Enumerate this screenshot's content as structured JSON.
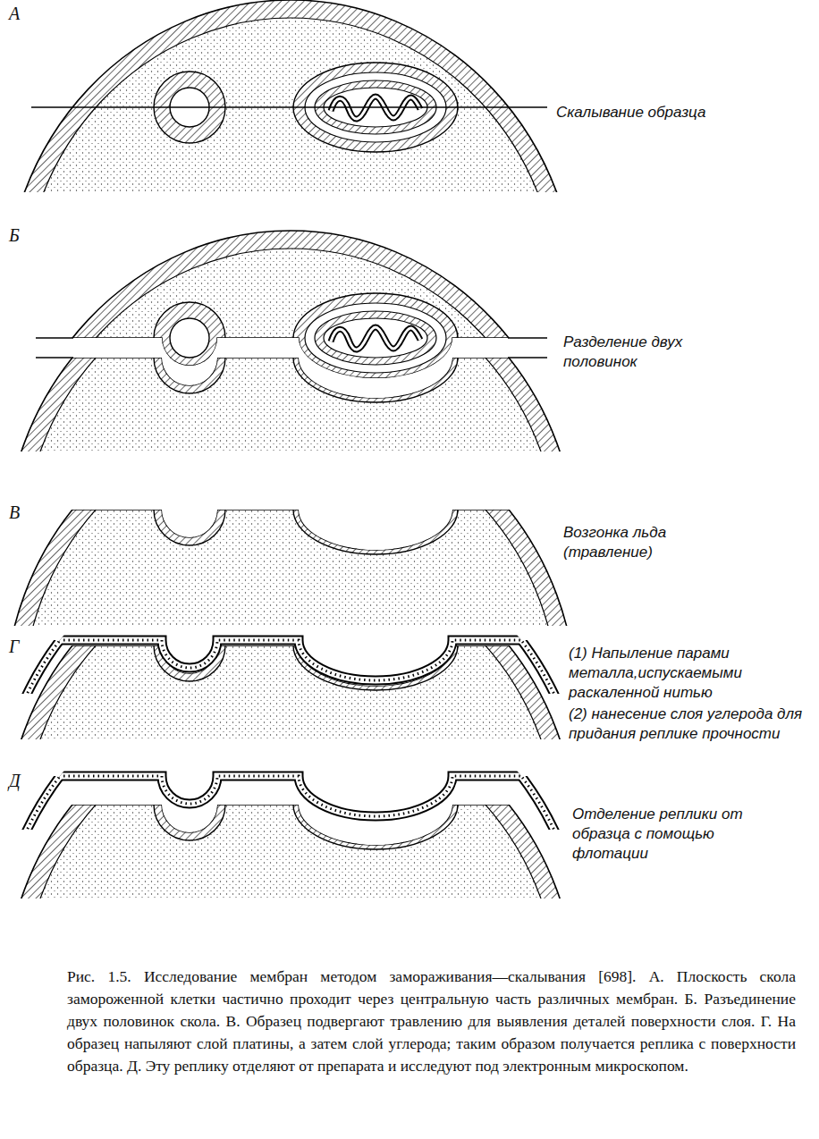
{
  "diagram": {
    "caption": "Рис. 1.5. Исследование мембран методом замораживания—скалывания [698]. А. Плоскость скола замороженной клетки частично проходит через центральную часть различных мембран. Б. Разъединение двух половинок скола. В. Образец подвергают травлению для выявления деталей поверхности слоя. Г. На образец напыляют слой платины, а затем слой углерода; таким образом получается реплика с поверхности образца. Д. Эту реплику отделяют от препарата и исследуют под электронным микроскопом.",
    "labels": [
      "А",
      "Скалывание образца",
      "Б",
      "Разделение двух половинок",
      "В",
      "Возгонка льда (травление)",
      "Г",
      "(1) Напыление парами металла,испускаемыми раскаленной нитью",
      "(2) нанесение слоя углерода для придания реплике прочности",
      "Д",
      "Отделение реплики от образца с помощью флотации"
    ]
  }
}
